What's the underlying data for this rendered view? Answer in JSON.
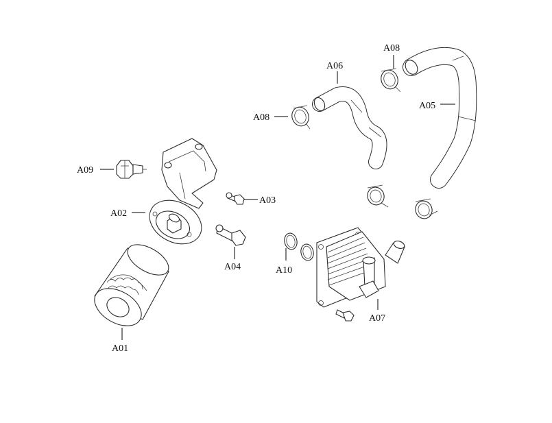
{
  "labels": {
    "a01": "A01",
    "a02": "A02",
    "a03": "A03",
    "a04": "A04",
    "a05": "A05",
    "a06": "A06",
    "a07": "A07",
    "a08_left": "A08",
    "a08_right": "A08",
    "a09": "A09",
    "a10": "A10"
  }
}
